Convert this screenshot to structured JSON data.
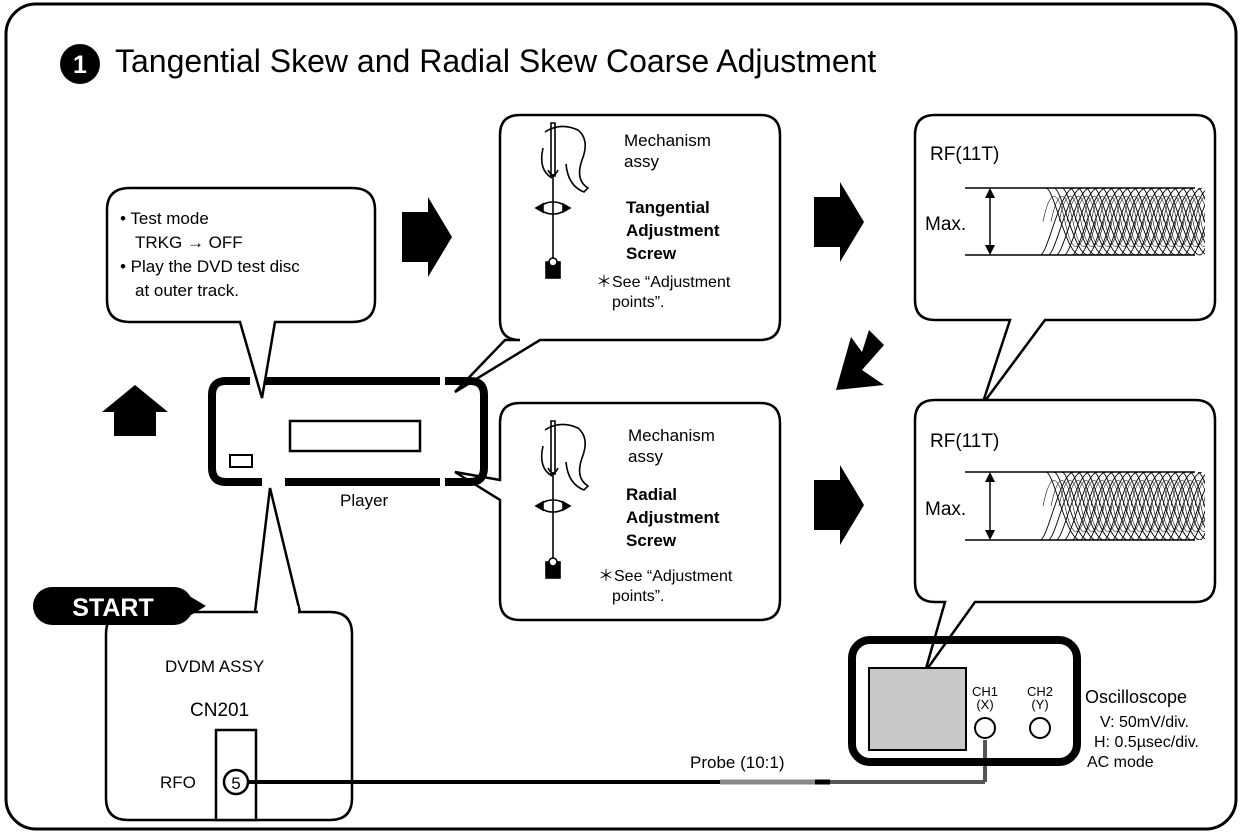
{
  "title": {
    "step_number": "1",
    "text": "Tangential Skew and Radial Skew Coarse Adjustment"
  },
  "instructions": {
    "bullet_1_line_1": "• Test mode",
    "bullet_1_line_2": "TRKG  → OFF",
    "bullet_2_line_1": "• Play the DVD test disc",
    "bullet_2_line_2": "at outer track."
  },
  "tangential_box": {
    "mechanism_line_1": "Mechanism",
    "mechanism_line_2": "assy",
    "screw_line_1": "Tangential",
    "screw_line_2": "Adjustment",
    "screw_line_3": "Screw",
    "note_line_1": "＊See “Adjustment",
    "note_line_2": "points”."
  },
  "radial_box": {
    "mechanism_line_1": "Mechanism",
    "mechanism_line_2": "assy",
    "screw_line_1": "Radial",
    "screw_line_2": "Adjustment",
    "screw_line_3": "Screw",
    "note_line_1": "＊See “Adjustment",
    "note_line_2": "points”."
  },
  "waveform_top": {
    "label": "RF(11T)",
    "amplitude_label": "Max."
  },
  "waveform_bottom": {
    "label": "RF(11T)",
    "amplitude_label": "Max."
  },
  "player": {
    "label": "Player"
  },
  "start_badge": {
    "label": "START"
  },
  "dvdm_box": {
    "assy_label": "DVDM ASSY",
    "connector_label": "CN201",
    "pin_label": "RFO",
    "pin_number": "5"
  },
  "probe": {
    "label": "Probe (10:1)"
  },
  "oscilloscope": {
    "title": "Oscilloscope",
    "setting_v": "V: 50mV/div.",
    "setting_h": "H: 0.5µsec/div.",
    "setting_mode": "AC mode",
    "ch1_line_1": "CH1",
    "ch1_line_2": "(X)",
    "ch2_line_1": "CH2",
    "ch2_line_2": "(Y)"
  }
}
